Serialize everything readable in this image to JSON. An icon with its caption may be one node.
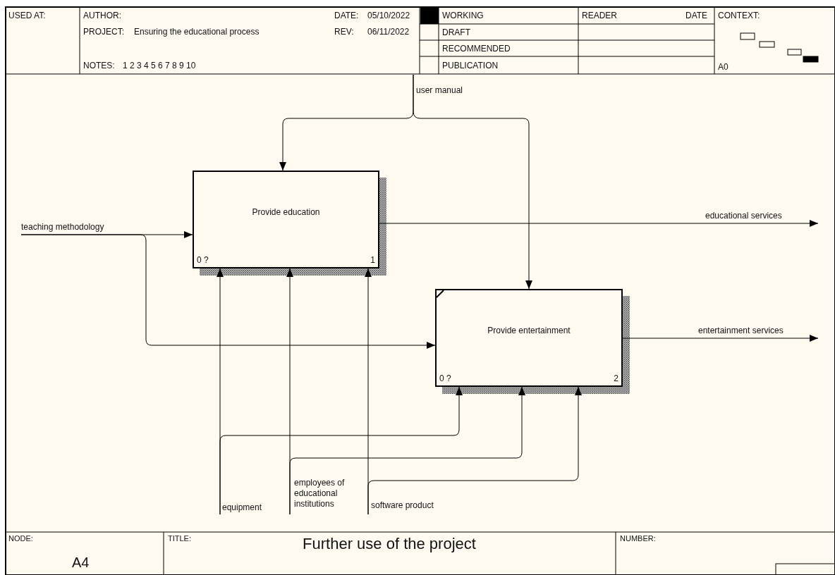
{
  "diagram": {
    "title": "Further use of the project",
    "nodes": [
      {
        "text": [
          "Provide education",
          "0 ?",
          "1"
        ]
      },
      {
        "text": [
          "Provide entertainment",
          "0 ?",
          "2"
        ]
      },
      {
        "text": [
          "user manual"
        ]
      },
      {
        "text": [
          "teaching methodology"
        ]
      },
      {
        "text": [
          "educational services"
        ]
      },
      {
        "text": [
          "entertainment services"
        ]
      },
      {
        "text": [
          "equipment"
        ]
      },
      {
        "text": [
          "employees of educational institutions"
        ]
      },
      {
        "text": [
          "software product"
        ]
      }
    ],
    "edges": [
      {
        "from": 2,
        "to": 0,
        "arrow": "to"
      },
      {
        "from": 2,
        "to": 1,
        "arrow": "to"
      },
      {
        "from": 3,
        "to": 0,
        "arrow": "to"
      },
      {
        "from": 3,
        "to": 1,
        "arrow": "to"
      },
      {
        "from": 0,
        "to": 4,
        "arrow": "to"
      },
      {
        "from": 1,
        "to": 5,
        "arrow": "to"
      },
      {
        "from": 6,
        "to": 0,
        "arrow": "to"
      },
      {
        "from": 6,
        "to": 1,
        "arrow": "to"
      },
      {
        "from": 7,
        "to": 0,
        "arrow": "to"
      },
      {
        "from": 7,
        "to": 1,
        "arrow": "to"
      },
      {
        "from": 8,
        "to": 0,
        "arrow": "to"
      },
      {
        "from": 8,
        "to": 1,
        "arrow": "to"
      }
    ],
    "labels": [
      "USED AT:",
      "AUTHOR:",
      "DATE:",
      "05/10/2022",
      "PROJECT:",
      "Ensuring the educational process",
      "REV:",
      "06/11/2022",
      "NOTES:",
      "1 2 3 4 5 6 7 8 9 10",
      "WORKING",
      "READER",
      "DATE",
      "CONTEXT:",
      "DRAFT",
      "RECOMMENDED",
      "PUBLICATION",
      "A0",
      "NODE:",
      "A4",
      "TITLE:",
      "NUMBER:"
    ]
  }
}
